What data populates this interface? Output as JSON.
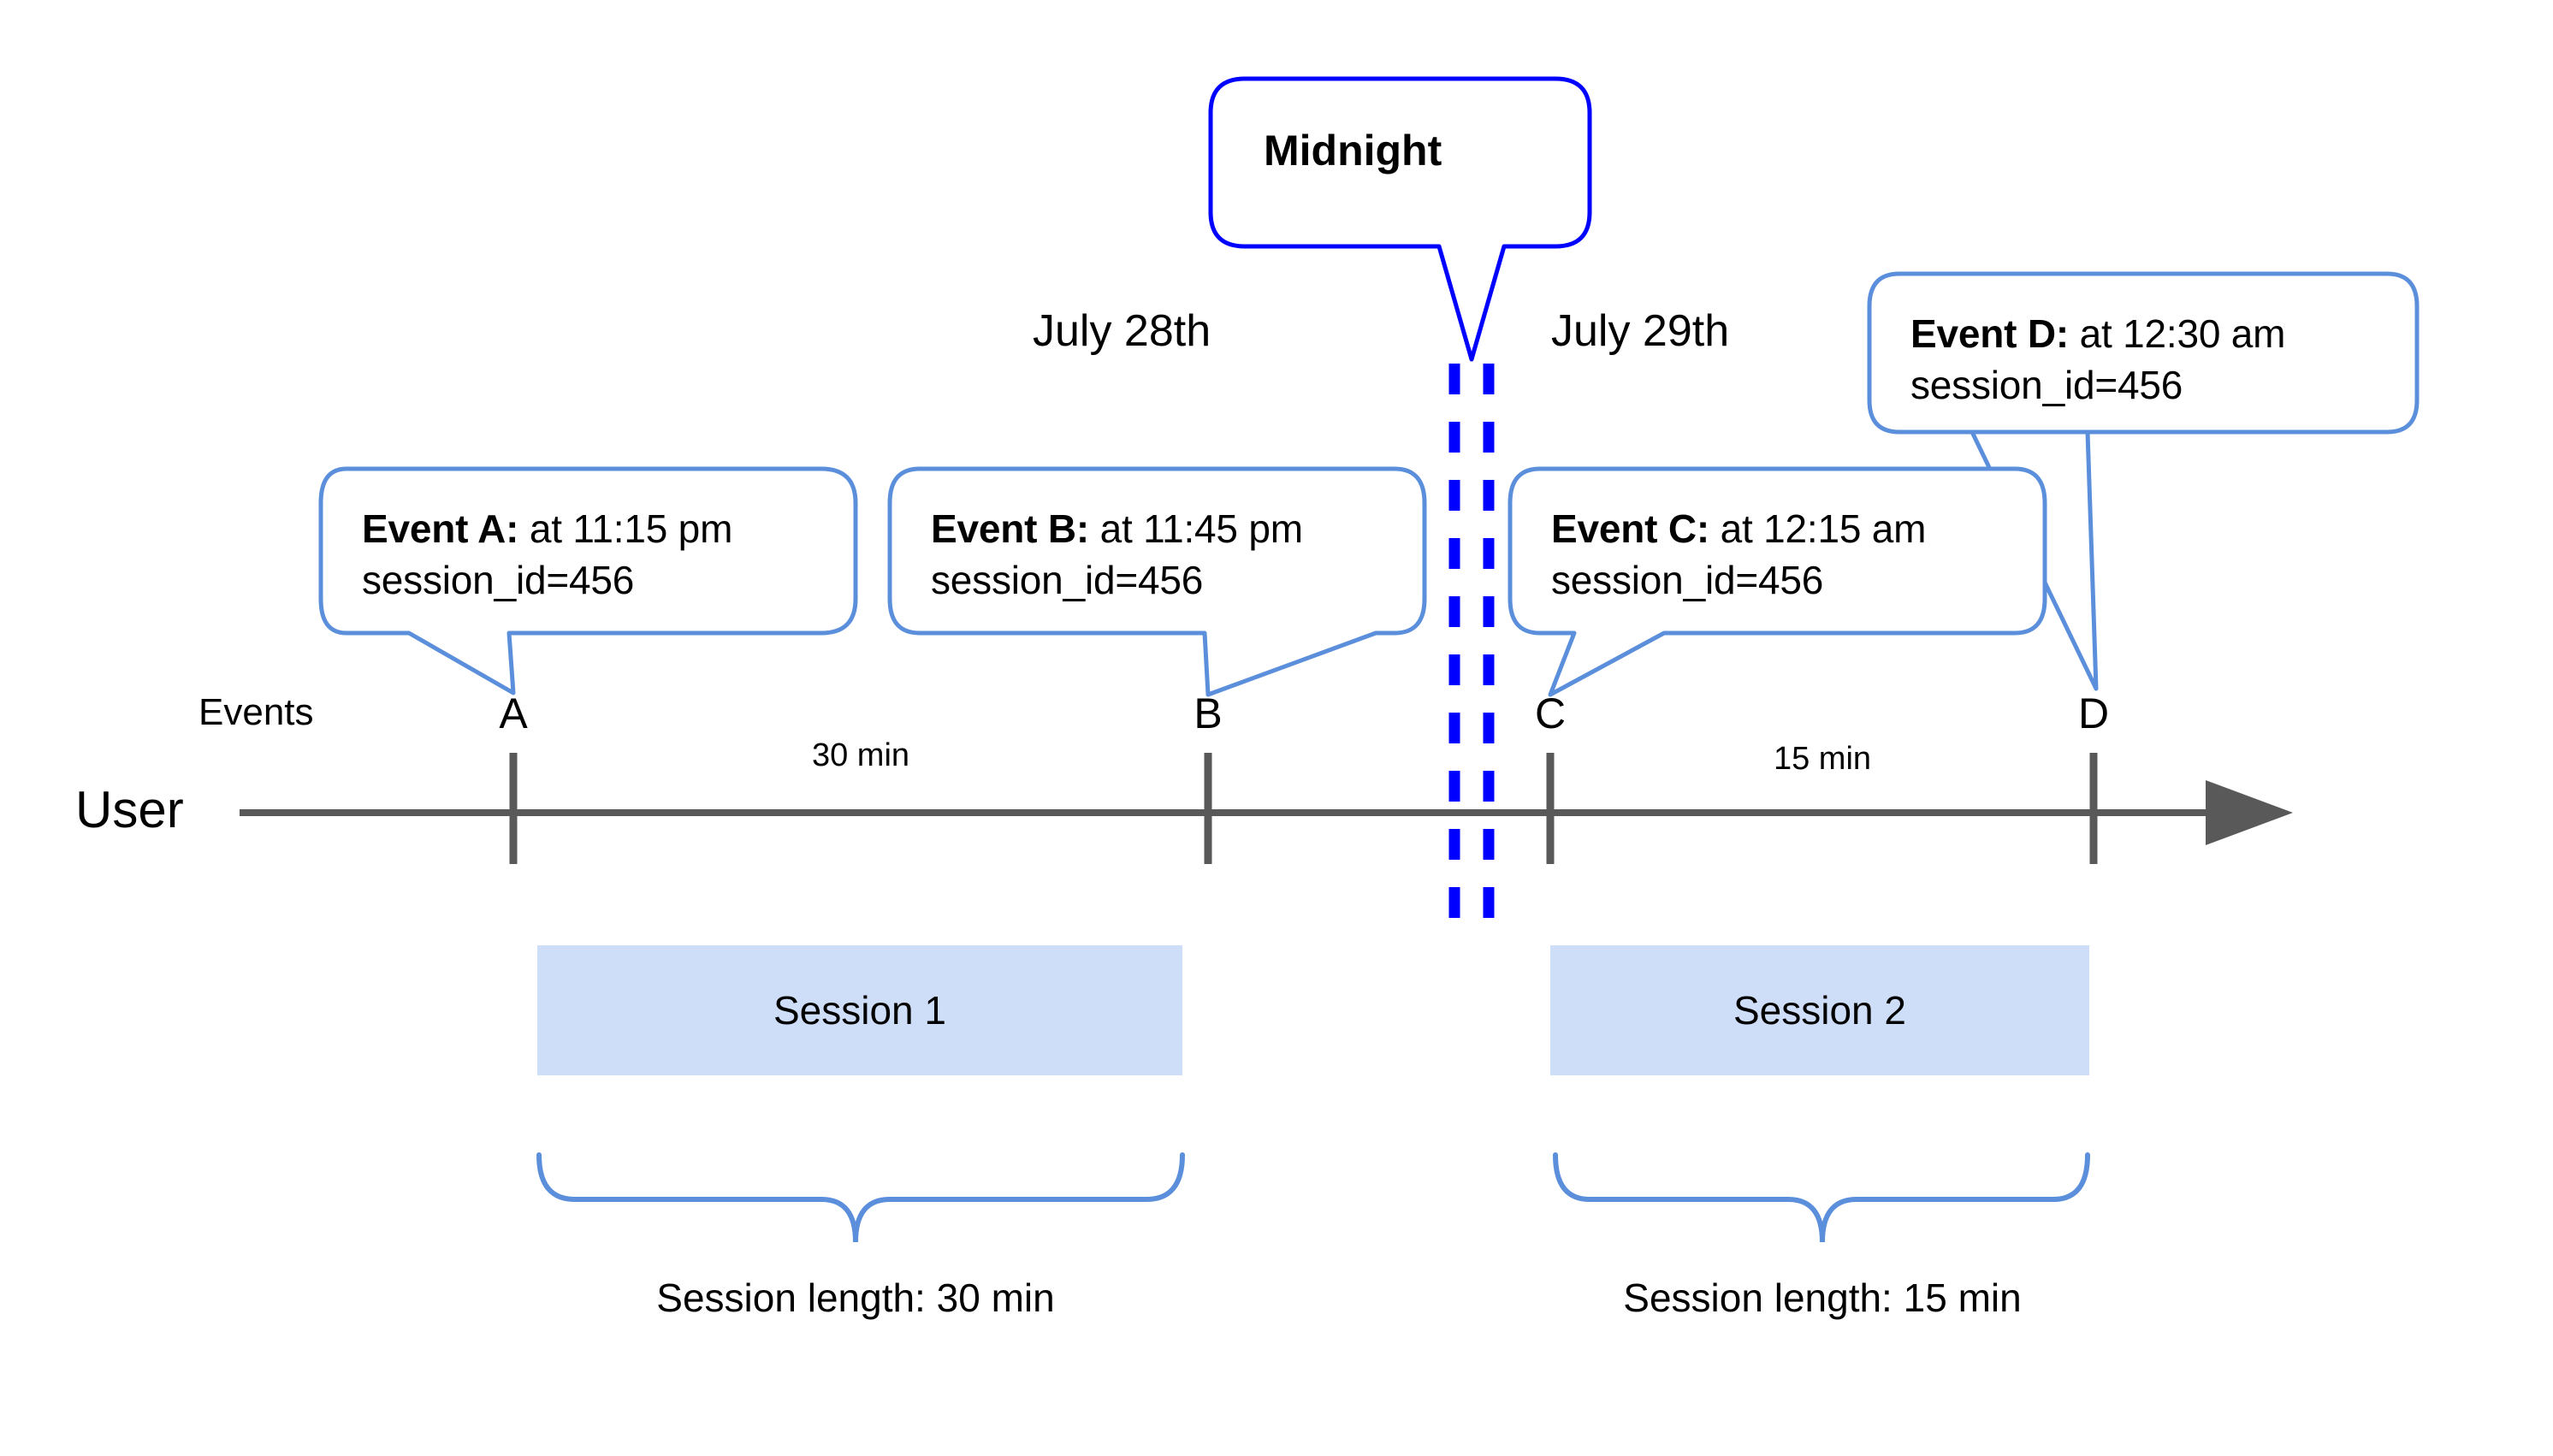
{
  "diagram": {
    "title_callout": {
      "label": "Midnight",
      "border_color": "#0000ff"
    },
    "dates": [
      {
        "label": "July 28th"
      },
      {
        "label": "July 29th"
      }
    ],
    "lanes": {
      "user_label": "User",
      "events_label": "Events"
    },
    "axis": {
      "color": "#595959",
      "arrow": "right-arrow-head"
    },
    "events": [
      {
        "letter": "A",
        "callout_bold": "Event A:",
        "callout_rest": " at 11:15 pm",
        "callout_line2": "session_id=456",
        "border_color": "#5b8fdb"
      },
      {
        "letter": "B",
        "callout_bold": "Event B:",
        "callout_rest": " at 11:45 pm",
        "callout_line2": "session_id=456",
        "border_color": "#5b8fdb"
      },
      {
        "letter": "C",
        "callout_bold": "Event C:",
        "callout_rest": " at 12:15 am",
        "callout_line2": "session_id=456",
        "border_color": "#5b8fdb"
      },
      {
        "letter": "D",
        "callout_bold": "Event D:",
        "callout_rest": " at 12:30 am",
        "callout_line2": "session_id=456",
        "border_color": "#5b8fdb"
      }
    ],
    "gaps": [
      {
        "label": "30 min"
      },
      {
        "label": "15 min"
      }
    ],
    "sessions": [
      {
        "name": "Session 1",
        "length_label": "Session length: 30 min",
        "fill": "#cfdef8"
      },
      {
        "name": "Session 2",
        "length_label": "Session length: 15 min",
        "fill": "#cfdef8"
      }
    ],
    "midnight_divider": {
      "color": "#0000ff",
      "style": "double-dashed-vertical"
    }
  }
}
